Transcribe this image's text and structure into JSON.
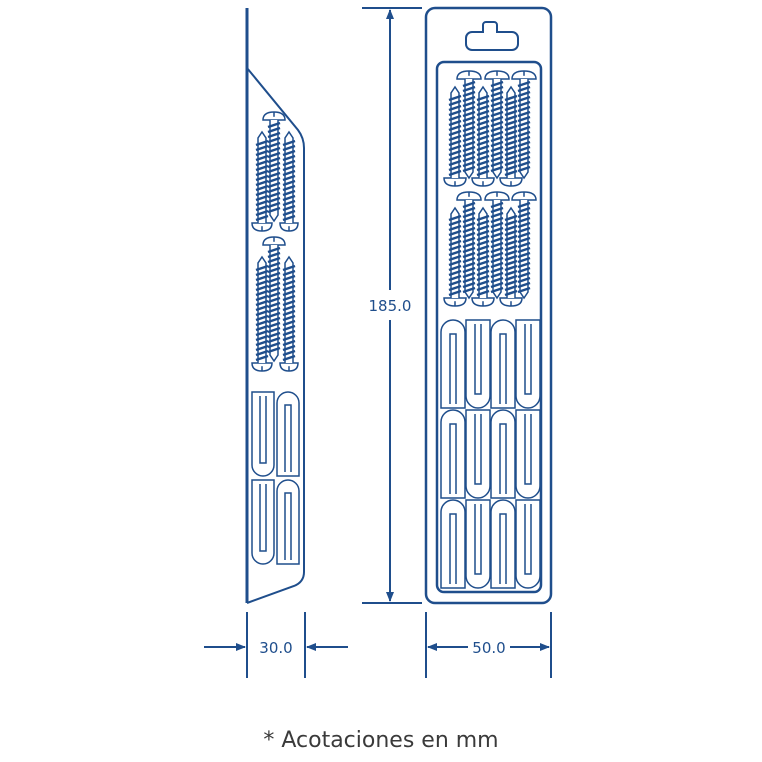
{
  "colors": {
    "line": "#1f4e8c",
    "text": "#3a3a3a"
  },
  "dimensions": {
    "height": "185.0",
    "depth": "30.0",
    "width": "50.0"
  },
  "note": "* Acotaciones en mm"
}
